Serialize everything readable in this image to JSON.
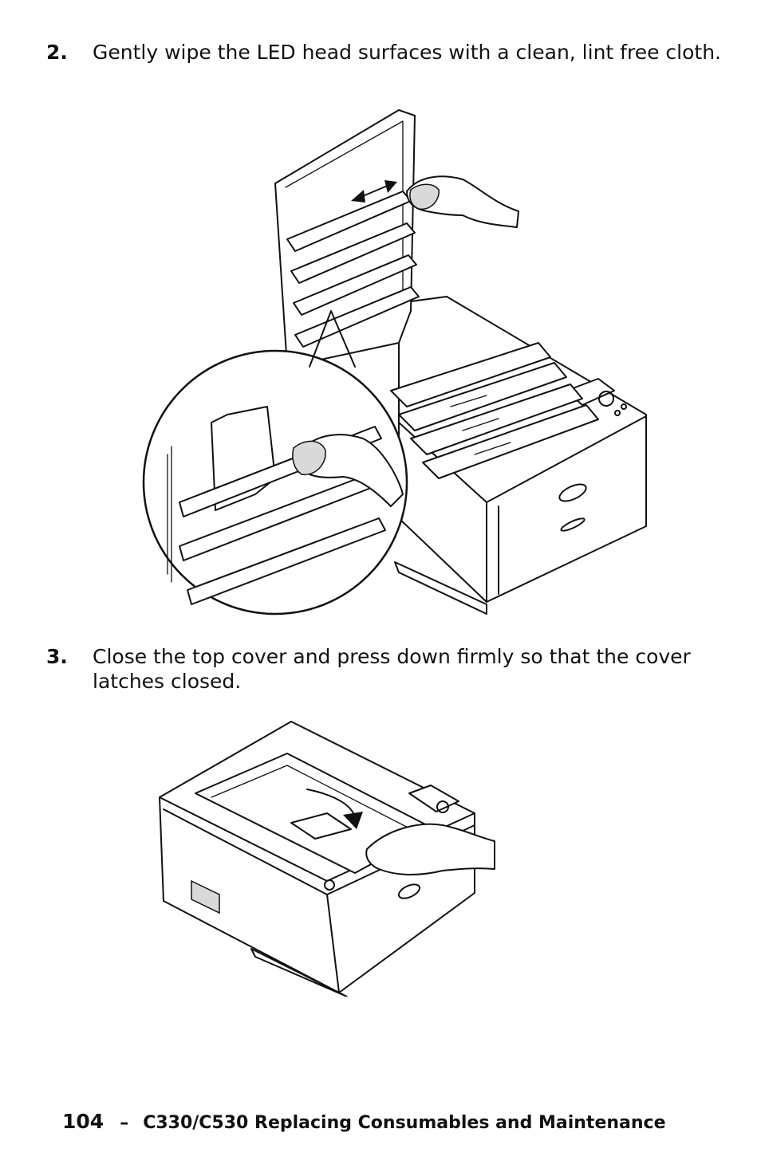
{
  "steps": [
    {
      "number": "2.",
      "text": "Gently wipe the LED head surfaces with a clean, lint free cloth."
    },
    {
      "number": "3.",
      "text": "Close the top cover and press down firmly so that the cover latches closed."
    }
  ],
  "footer": {
    "page_number": "104",
    "separator": "–",
    "title": "C330/C530 Replacing Consumables and Maintenance"
  }
}
